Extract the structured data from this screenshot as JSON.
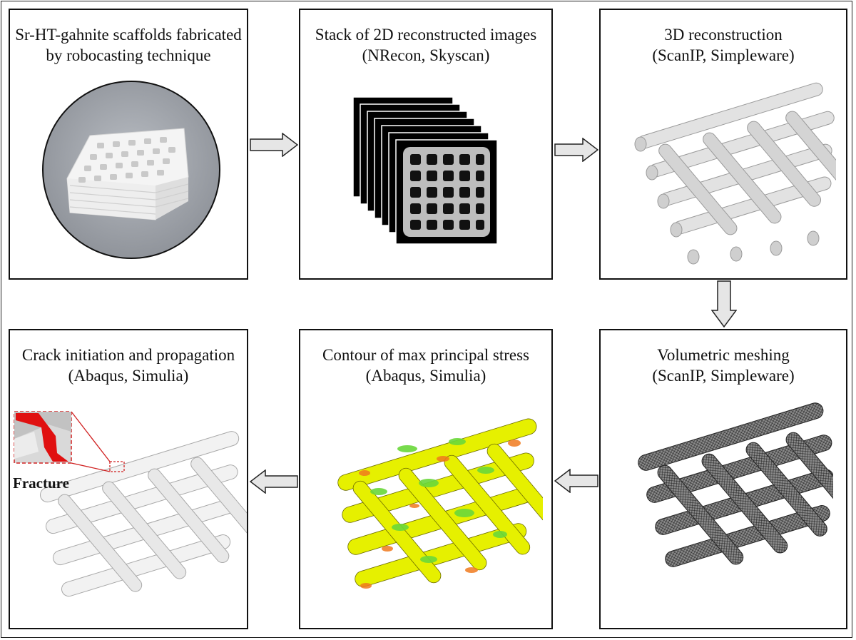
{
  "panels": {
    "p1": {
      "line1": "Sr-HT-gahnite scaffolds fabricated",
      "line2": "by robocasting technique"
    },
    "p2": {
      "line1": "Stack of 2D reconstructed images",
      "line2": "(NRecon, Skyscan)"
    },
    "p3": {
      "line1": "3D reconstruction",
      "line2": "(ScanIP, Simpleware)"
    },
    "p4": {
      "line1": "Volumetric meshing",
      "line2": "(ScanIP, Simpleware)"
    },
    "p5": {
      "line1": "Contour of max principal stress",
      "line2": "(Abaqus, Simulia)"
    },
    "p6": {
      "line1": "Crack initiation and propagation",
      "line2": "(Abaqus, Simulia)",
      "annotation": "Fracture"
    }
  },
  "colors": {
    "arrow_fill": "#e6e6e6",
    "border": "#111111",
    "fracture_red": "#e01010",
    "stress_yellow": "#e6f000",
    "stress_green": "#6ad83a",
    "stress_orange": "#f07a1e"
  }
}
